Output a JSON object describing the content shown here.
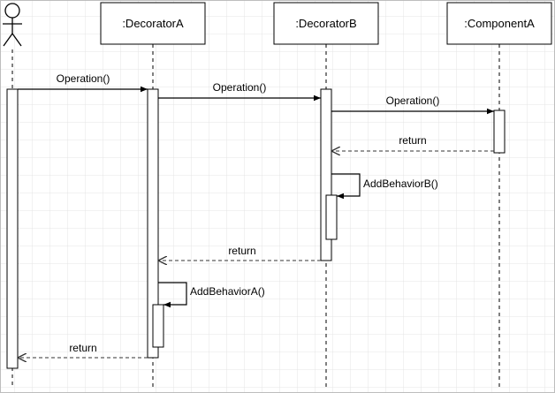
{
  "participants": {
    "actor": {
      "label": ""
    },
    "decorator_a": {
      "label": ":DecoratorA"
    },
    "decorator_b": {
      "label": ":DecoratorB"
    },
    "component_a": {
      "label": ":ComponentA"
    }
  },
  "messages": {
    "op_to_a": {
      "label": "Operation()",
      "style": "solid"
    },
    "op_to_b": {
      "label": "Operation()",
      "style": "solid"
    },
    "op_to_c": {
      "label": "Operation()",
      "style": "solid"
    },
    "return_c_to_b": {
      "label": "return",
      "style": "dashed"
    },
    "add_behavior_b": {
      "label": "AddBehaviorB()",
      "style": "solid"
    },
    "return_b_to_a": {
      "label": "return",
      "style": "dashed"
    },
    "add_behavior_a": {
      "label": "AddBehaviorA()",
      "style": "solid"
    },
    "return_a_to_actor": {
      "label": "return",
      "style": "dashed"
    }
  },
  "colors": {
    "background": "#ffffff",
    "grid": "#e4e4e4",
    "line": "#000000",
    "dashed_line": "#333333"
  }
}
